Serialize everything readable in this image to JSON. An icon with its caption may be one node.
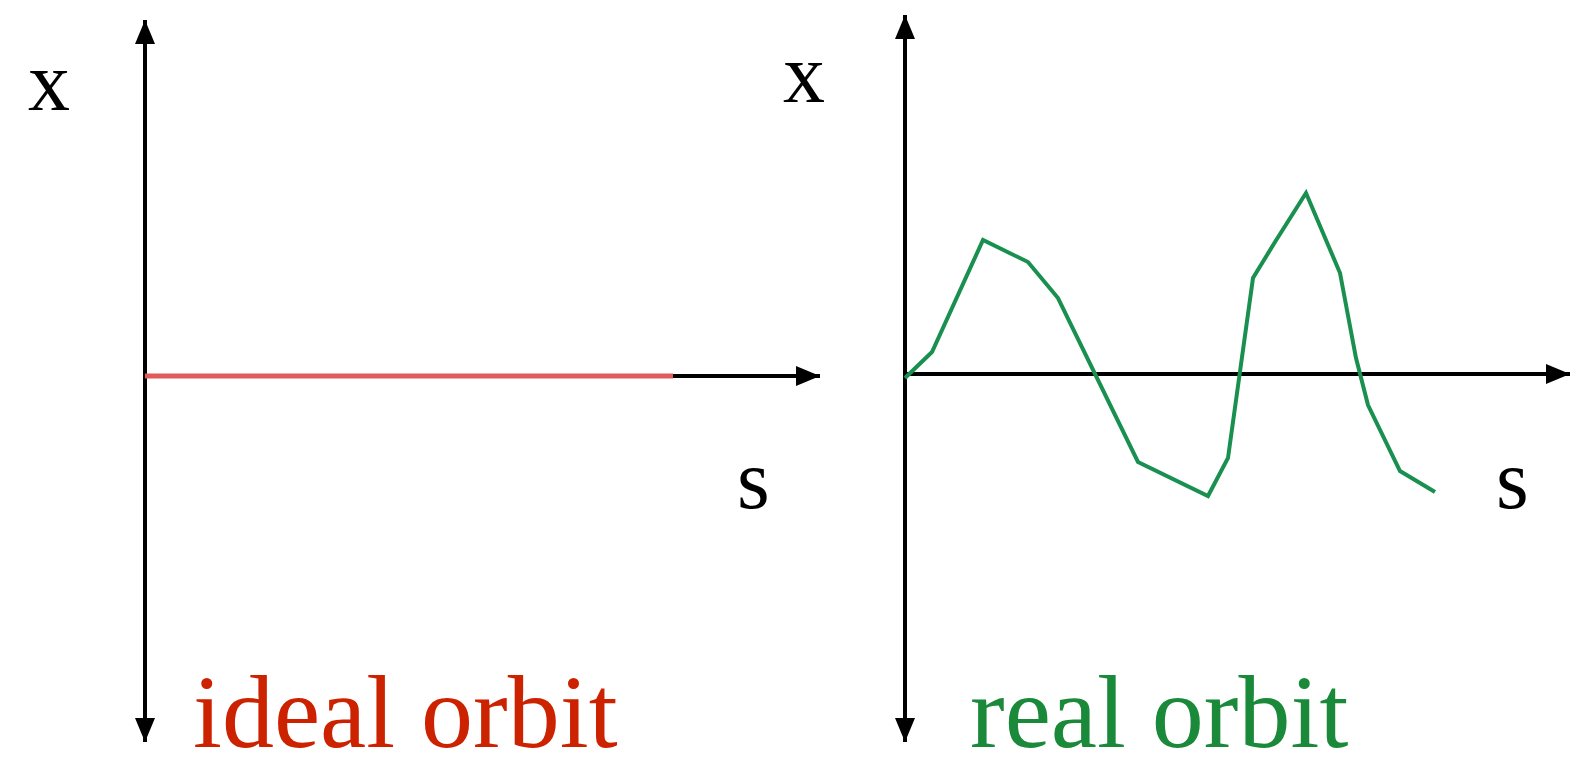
{
  "diagram": {
    "labels": [
      "x",
      "x",
      "s",
      "s",
      "ideal orbit",
      "real orbit"
    ]
  }
}
